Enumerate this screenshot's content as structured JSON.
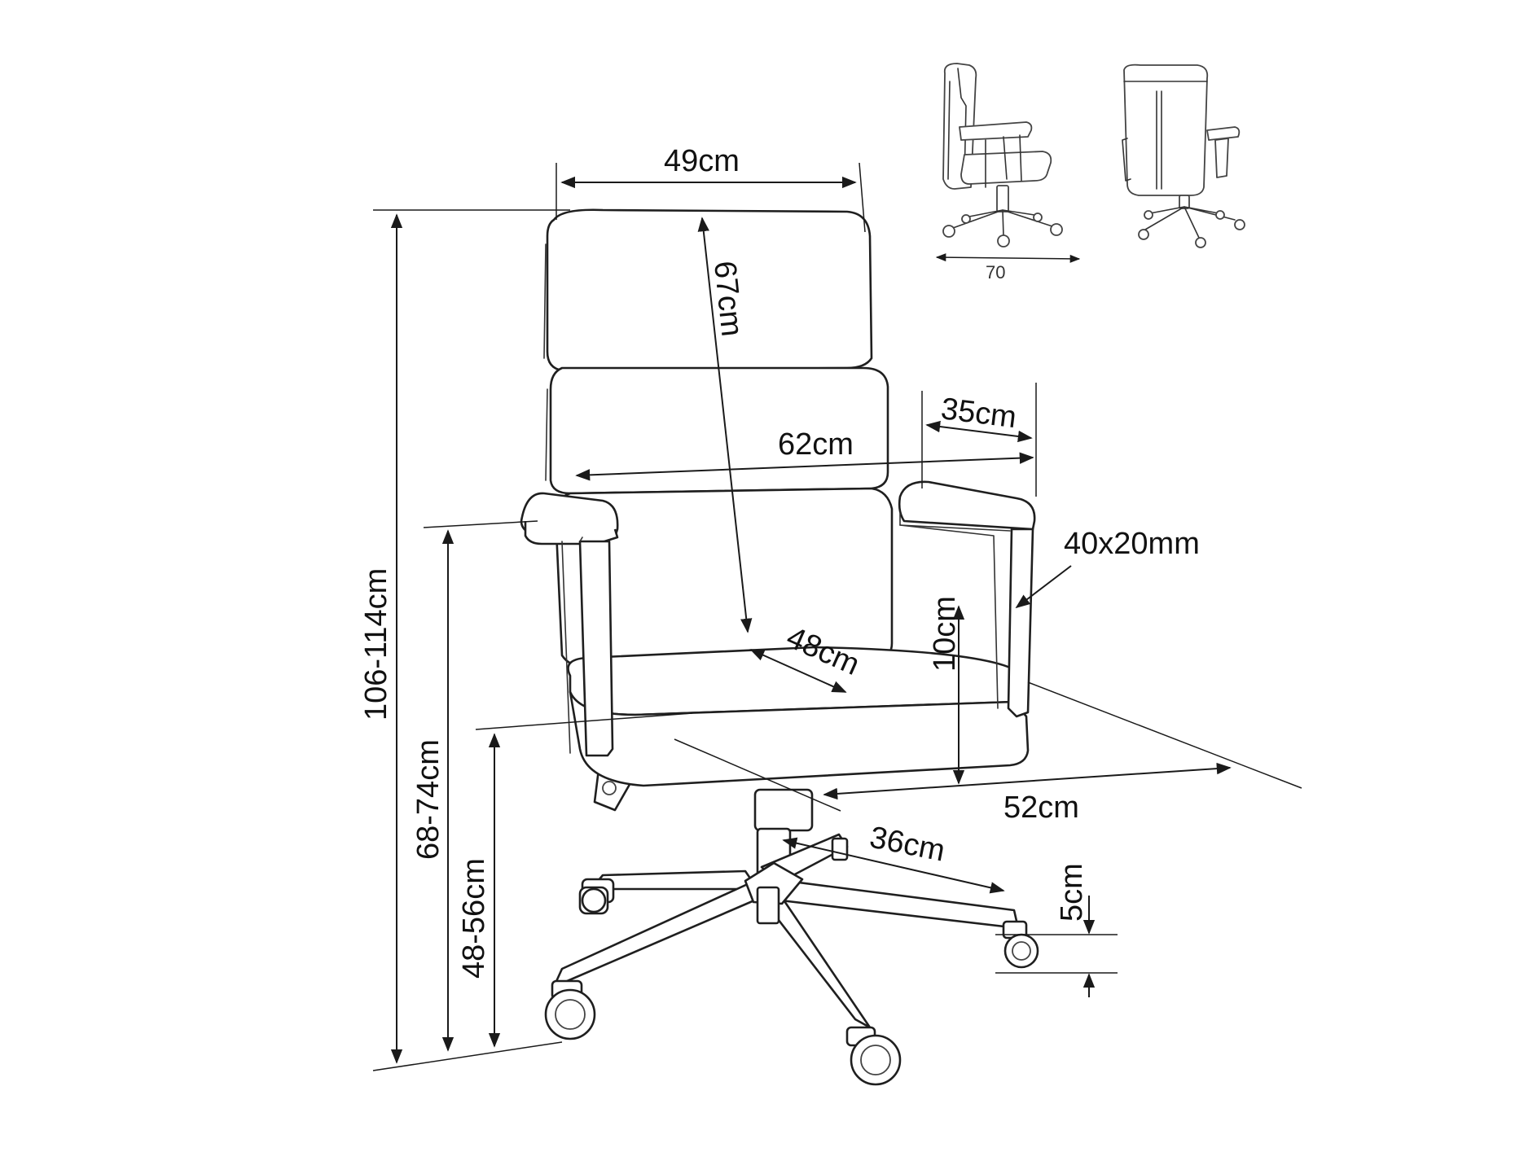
{
  "diagram": {
    "dimensions": {
      "backrest_width": "49cm",
      "backrest_height": "67cm",
      "total_height": "106-114cm",
      "armrest_height": "68-74cm",
      "seat_height": "48-56cm",
      "overall_width": "62cm",
      "armrest_length": "35cm",
      "armrest_profile": "40x20mm",
      "seat_depth": "48cm",
      "seat_thickness": "10cm",
      "overall_depth": "52cm",
      "base_radius": "36cm",
      "caster_height": "5cm"
    },
    "thumbnails": {
      "side_view_width": "70"
    }
  }
}
